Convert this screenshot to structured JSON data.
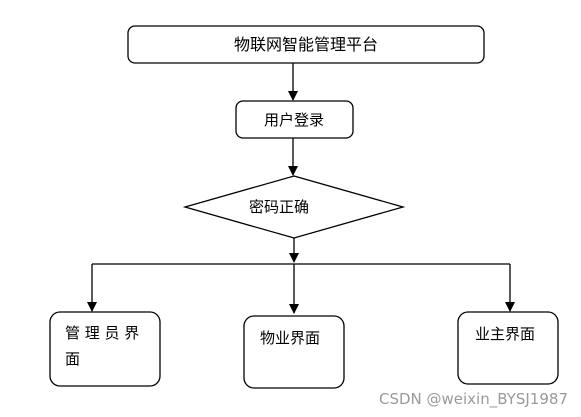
{
  "diagram": {
    "nodes": {
      "platform": "物联网智能管理平台",
      "login": "用户登录",
      "check": "密码正确",
      "admin_line1": "管 理 员 界",
      "admin_line2": "面",
      "property": "物业界面",
      "owner": "业主界面"
    }
  },
  "watermark": "CSDN @weixin_BYSJ1987"
}
